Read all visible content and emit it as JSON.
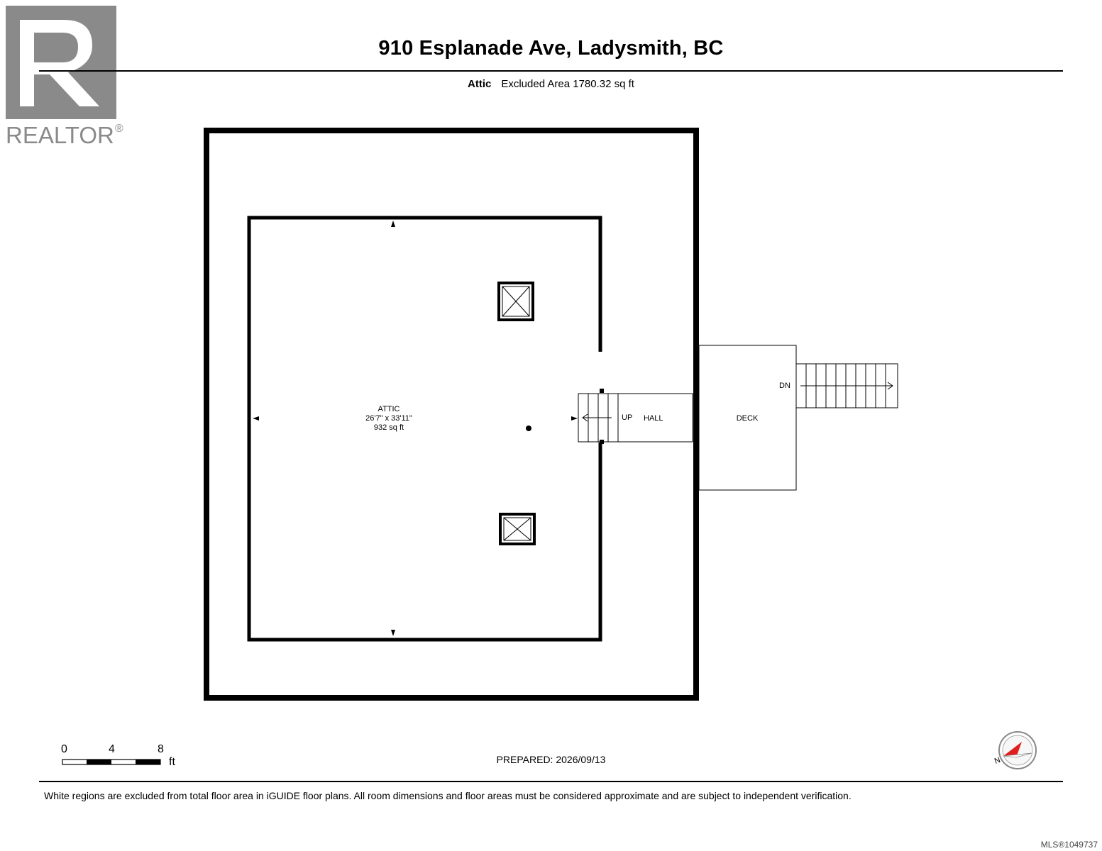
{
  "header": {
    "title": "910 Esplanade Ave, Ladysmith, BC",
    "floor_label": "Attic",
    "area_text": "Excluded Area 1780.32 sq ft"
  },
  "logo": {
    "text": "REALTOR",
    "mark": "®",
    "color": "#8a8a8a"
  },
  "rooms": {
    "attic_name": "ATTIC",
    "attic_dims": "26'7\" x 33'11\"",
    "attic_area": "932 sq ft",
    "hall": "HALL",
    "deck": "DECK",
    "stairs_up": "UP",
    "stairs_down": "DN"
  },
  "scale": {
    "ticks": [
      "0",
      "4",
      "8"
    ],
    "unit": "ft"
  },
  "footer": {
    "prepared": "PREPARED: 2026/09/13",
    "disclaimer": "White regions are excluded from total floor area in iGUIDE floor plans. All room dimensions and floor areas must be considered approximate and are subject to independent verification.",
    "mls": "MLS®1049737",
    "compass_label": "N",
    "compass_color": "#e02020"
  }
}
